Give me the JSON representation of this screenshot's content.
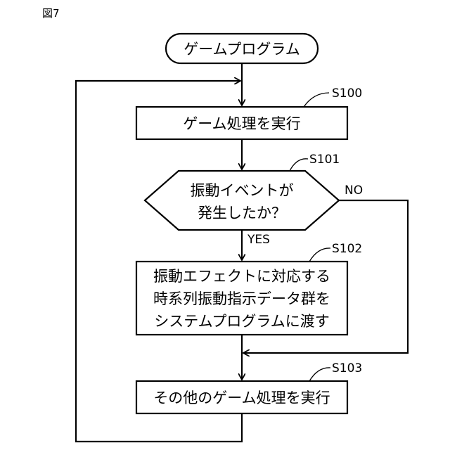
{
  "figure": {
    "title": "図7"
  },
  "start": {
    "text": "ゲームプログラム"
  },
  "steps": [
    {
      "id": "S100",
      "lines": [
        "ゲーム処理を実行"
      ]
    },
    {
      "id": "S101",
      "lines": [
        "振動イベントが",
        "発生したか？"
      ],
      "yes": "YES",
      "no": "NO"
    },
    {
      "id": "S102",
      "lines": [
        "振動エフェクトに対応する",
        "時系列振動指示データ群を",
        "システムプログラムに渡す"
      ]
    },
    {
      "id": "S103",
      "lines": [
        "その他のゲーム処理を実行"
      ]
    }
  ],
  "colors": {
    "stroke": "#000000",
    "background": "#ffffff"
  }
}
